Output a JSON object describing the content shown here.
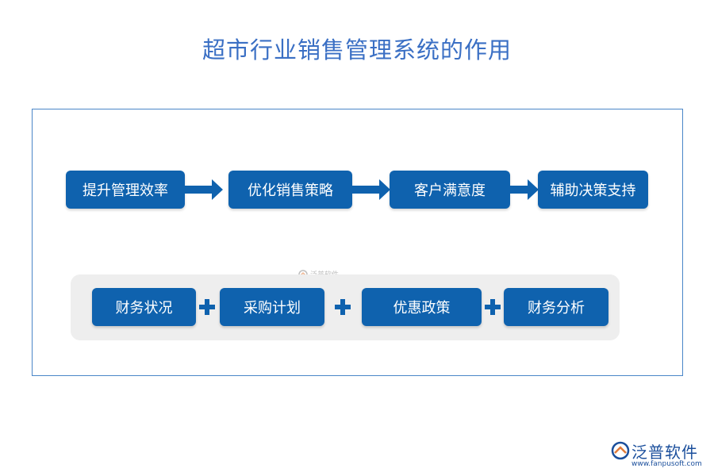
{
  "title": "超市行业销售管理系统的作用",
  "flow_steps": [
    "提升管理效率",
    "优化销售策略",
    "客户满意度",
    "辅助决策支持"
  ],
  "components": [
    "财务状况",
    "采购计划",
    "优惠政策",
    "财务分析"
  ],
  "watermark": {
    "text": "泛普软件"
  },
  "logo": {
    "name": "泛普软件",
    "url": "www.fanpusoft.com"
  },
  "colors": {
    "title": "#3a6fc4",
    "box": "#0f62ae",
    "frame": "#4a86c8",
    "panel": "#eeeeee",
    "logo": "#1b4f9c"
  }
}
